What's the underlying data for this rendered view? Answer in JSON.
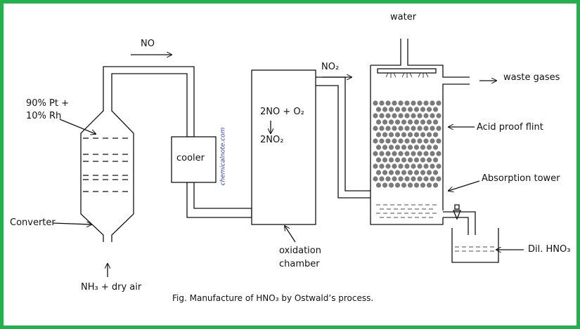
{
  "colors": {
    "frame": "#22b14c",
    "ink": "#111111",
    "flint": "#808080",
    "watermark": "#2a3fb4"
  },
  "labels": {
    "water": "water",
    "no": "NO",
    "no2": "NO₂",
    "waste_gases": "waste gases",
    "catalyst_line1": "90% Pt +",
    "catalyst_line2": "10% Rh",
    "reaction_line1": "2NO + O₂",
    "reaction_line2": "2NO₂",
    "cooler": "cooler",
    "acid_proof_flint": "Acid proof flint",
    "absorption_tower": "Absorption tower",
    "converter": "Converter",
    "oxidation_line1": "oxidation",
    "oxidation_line2": "chamber",
    "dil_hno3": "Dil. HNO₃",
    "feed": "NH₃  +  dry air",
    "caption": "Fig. Manufacture of  HNO₃ by Ostwald’s process.",
    "watermark": "chemicalnote.com"
  }
}
